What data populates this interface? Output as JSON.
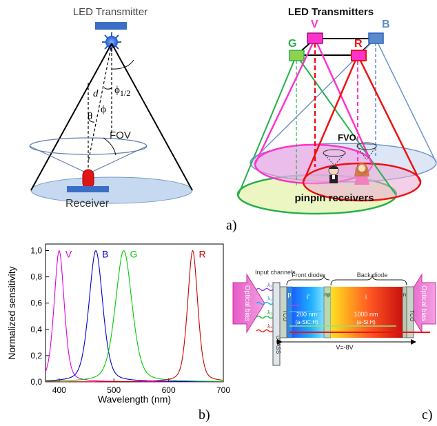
{
  "panel_a_left": {
    "title": "LED Transmitter",
    "label_d": "d",
    "label_phi_half": "ϕ",
    "label_phi_half_sub": "1/2",
    "label_phi": "ϕ",
    "label_theta": "θ",
    "label_fov": "FOV",
    "label_receiver": "Receiver"
  },
  "panel_a_right": {
    "title": "LED Transmitters",
    "label_v": "V",
    "label_b": "B",
    "label_g": "G",
    "label_r": "R",
    "label_fvo": "FVO",
    "label_receivers": "pinpin receivers",
    "colors": {
      "V": "#ff33cc",
      "B": "#5b8bc9",
      "G": "#22b04a",
      "R": "#ee1111"
    }
  },
  "panel_labels": {
    "a": "a)",
    "b": "b)",
    "c": "c)"
  },
  "chart_data": {
    "type": "line",
    "xlabel": "Wavelength (nm)",
    "ylabel": "Normalized sensitivity",
    "xlim": [
      375,
      700
    ],
    "ylim": [
      0,
      1.05
    ],
    "xticks": [
      "400",
      "500",
      "600",
      "700"
    ],
    "yticks": [
      "0,0",
      "0,2",
      "0,4",
      "0,6",
      "0,8",
      "1,0"
    ],
    "series": [
      {
        "name": "V",
        "color": "#dd00dd",
        "peak": 400,
        "width": 11
      },
      {
        "name": "B",
        "color": "#0000cc",
        "peak": 467,
        "width": 15
      },
      {
        "name": "G",
        "color": "#00cc00",
        "peak": 518,
        "width": 18
      },
      {
        "name": "R",
        "color": "#cc0000",
        "peak": 644,
        "width": 11
      }
    ]
  },
  "panel_c": {
    "input_label": "Input channels",
    "front_diode": "Front diode",
    "back_diode": "Back diode",
    "optical_bias_left": "Optical bias",
    "optical_bias_right": "Optical bias",
    "tco_left": "TCO",
    "tco_right": "TCO",
    "glass": "GLASS",
    "p": "p",
    "i_front": "i'",
    "np": "np",
    "i_back": "i",
    "n": "n",
    "thickness_front": "200 nm",
    "material_front": "(a-SiC:H)",
    "thickness_back": "1000 nm",
    "material_back": "(a-Si:H)",
    "voltage": "V=-8V",
    "lambda_labels": [
      "λ₁",
      "λ₂",
      "λ₃",
      "λ₄"
    ]
  }
}
